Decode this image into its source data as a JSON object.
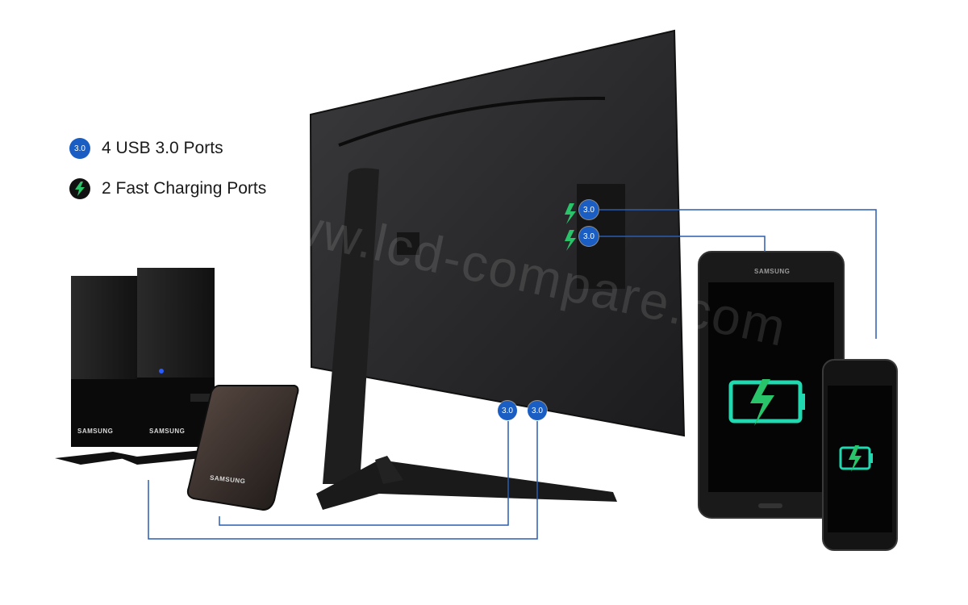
{
  "legend": {
    "usb_badge": "3.0",
    "usb_label": "4 USB 3.0 Ports",
    "fast_label": "2 Fast Charging Ports"
  },
  "ports": {
    "badge": "3.0"
  },
  "brand": "SAMSUNG",
  "watermark": "www.lcd-compare.com",
  "colors": {
    "usb_badge": "#1a5ec4",
    "fast_charge": "#29c46a",
    "connector_line": "#2a5db0",
    "battery_glow": "#20d9b0"
  },
  "icons": [
    "usb-3-badge-icon",
    "fast-charge-bolt-icon",
    "battery-charging-icon"
  ]
}
